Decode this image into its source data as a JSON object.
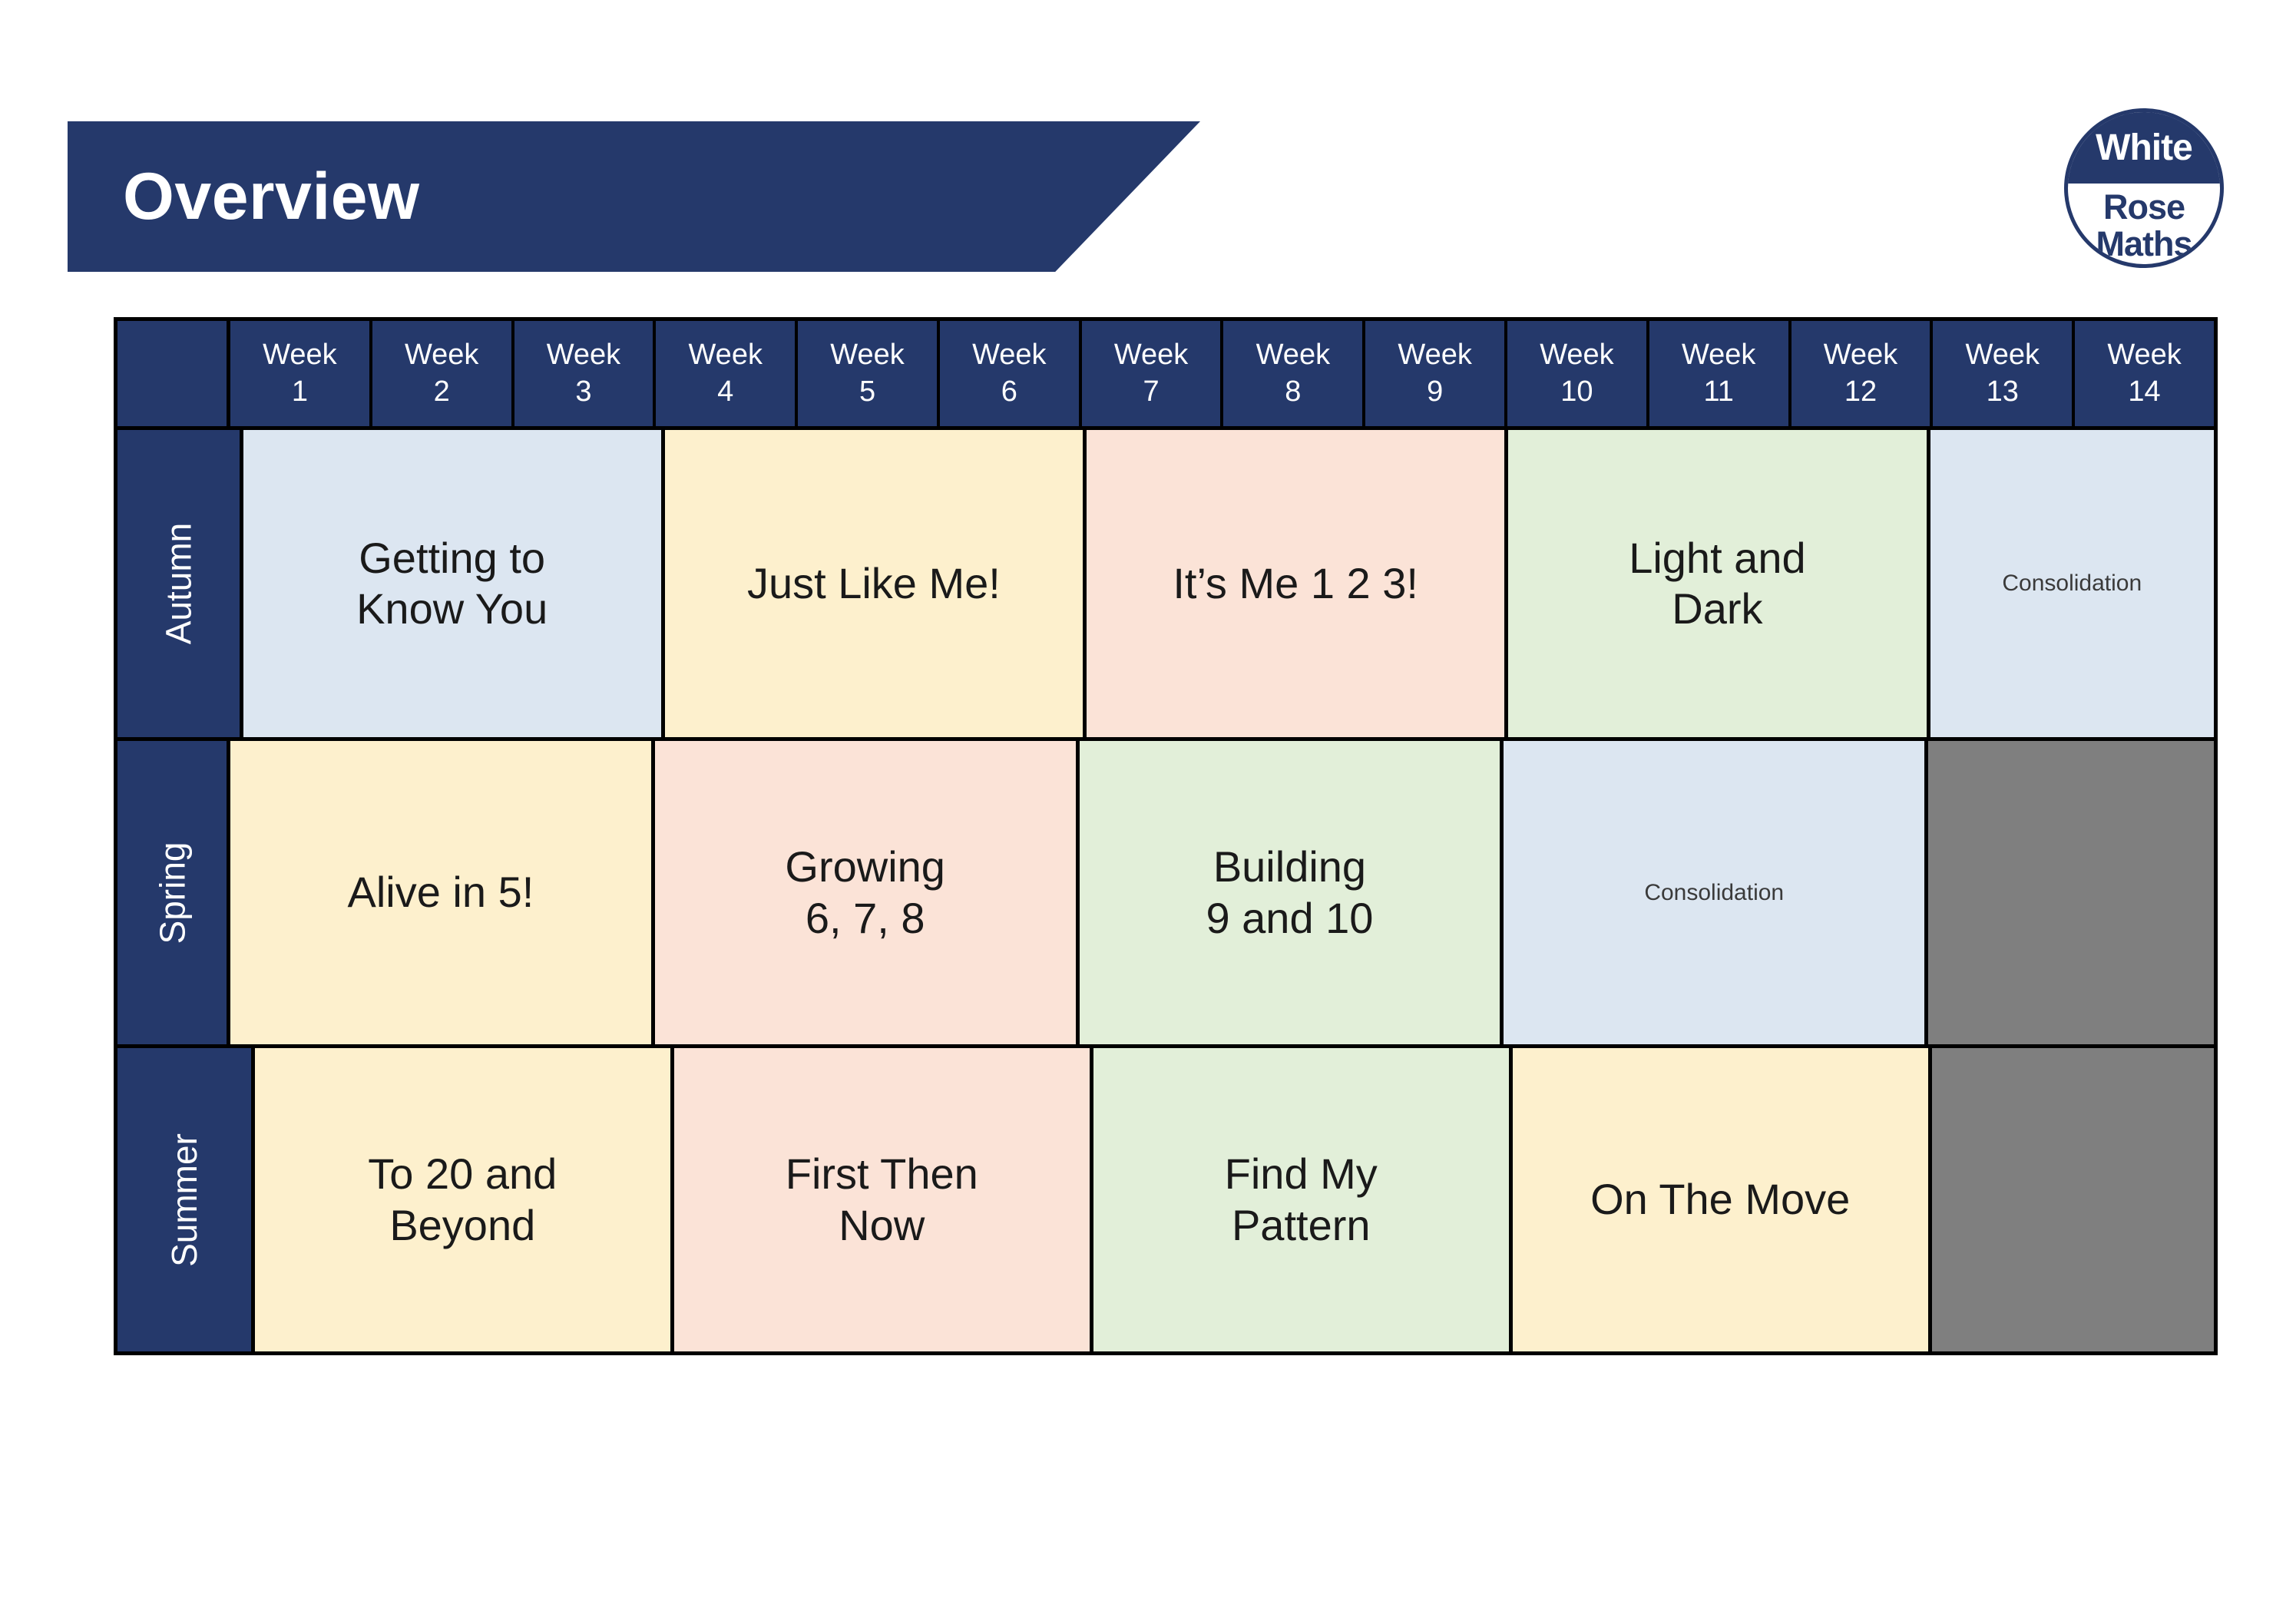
{
  "banner": {
    "title": "Overview"
  },
  "logo": {
    "line1": "White",
    "line2": "Rose",
    "line3": "Maths",
    "navy": "#25396b"
  },
  "colors": {
    "navy": "#25396b",
    "blue": "#dce6f1",
    "yellow": "#fdf0cd",
    "pink": "#fbe3d7",
    "green": "#e2efd9",
    "grey": "#7f7f7f",
    "border": "#000000"
  },
  "table": {
    "corner_label": "",
    "week_label": "Week",
    "weeks": [
      {
        "label": "Week",
        "number": "1"
      },
      {
        "label": "Week",
        "number": "2"
      },
      {
        "label": "Week",
        "number": "3"
      },
      {
        "label": "Week",
        "number": "4"
      },
      {
        "label": "Week",
        "number": "5"
      },
      {
        "label": "Week",
        "number": "6"
      },
      {
        "label": "Week",
        "number": "7"
      },
      {
        "label": "Week",
        "number": "8"
      },
      {
        "label": "Week",
        "number": "9"
      },
      {
        "label": "Week",
        "number": "10"
      },
      {
        "label": "Week",
        "number": "11"
      },
      {
        "label": "Week",
        "number": "12"
      },
      {
        "label": "Week",
        "number": "13"
      },
      {
        "label": "Week",
        "number": "14"
      }
    ],
    "rows": [
      {
        "season": "Autumn",
        "blocks": [
          {
            "text": "Getting to\nKnow You",
            "line1": "Getting to",
            "line2": "Know You",
            "weeks": 3,
            "color": "#dce6f1",
            "size": "large"
          },
          {
            "text": "Just Like Me!",
            "line1": "Just Like Me!",
            "line2": "",
            "weeks": 3,
            "color": "#fdf0cd",
            "size": "large"
          },
          {
            "text": "It’s Me 1 2 3!",
            "line1": "It’s Me 1 2 3!",
            "line2": "",
            "weeks": 3,
            "color": "#fbe3d7",
            "size": "large"
          },
          {
            "text": "Light and\nDark",
            "line1": "Light and",
            "line2": "Dark",
            "weeks": 3,
            "color": "#e2efd9",
            "size": "large"
          },
          {
            "text": "Consolidation",
            "line1": "Consolidation",
            "line2": "",
            "weeks": 2,
            "color": "#dce6f1",
            "size": "small"
          }
        ]
      },
      {
        "season": "Spring",
        "blocks": [
          {
            "text": "Alive in 5!",
            "line1": "Alive in 5!",
            "line2": "",
            "weeks": 3,
            "color": "#fdf0cd",
            "size": "large"
          },
          {
            "text": "Growing\n6, 7, 8",
            "line1": "Growing",
            "line2": "6, 7, 8",
            "weeks": 3,
            "color": "#fbe3d7",
            "size": "large"
          },
          {
            "text": "Building\n9 and 10",
            "line1": "Building",
            "line2": "9 and 10",
            "weeks": 3,
            "color": "#e2efd9",
            "size": "large"
          },
          {
            "text": "Consolidation",
            "line1": "Consolidation",
            "line2": "",
            "weeks": 3,
            "color": "#dce6f1",
            "size": "small"
          },
          {
            "text": "",
            "line1": "",
            "line2": "",
            "weeks": 2,
            "color": "#7f7f7f",
            "size": "large"
          }
        ]
      },
      {
        "season": "Summer",
        "blocks": [
          {
            "text": "To 20 and\nBeyond",
            "line1": "To 20 and",
            "line2": "Beyond",
            "weeks": 3,
            "color": "#fdf0cd",
            "size": "large"
          },
          {
            "text": "First Then\nNow",
            "line1": "First Then",
            "line2": "Now",
            "weeks": 3,
            "color": "#fbe3d7",
            "size": "large"
          },
          {
            "text": "Find My\nPattern",
            "line1": "Find My",
            "line2": "Pattern",
            "weeks": 3,
            "color": "#e2efd9",
            "size": "large"
          },
          {
            "text": "On The Move",
            "line1": "On The Move",
            "line2": "",
            "weeks": 3,
            "color": "#fdf0cd",
            "size": "large"
          },
          {
            "text": "",
            "line1": "",
            "line2": "",
            "weeks": 2,
            "color": "#7f7f7f",
            "size": "large"
          }
        ]
      }
    ]
  }
}
